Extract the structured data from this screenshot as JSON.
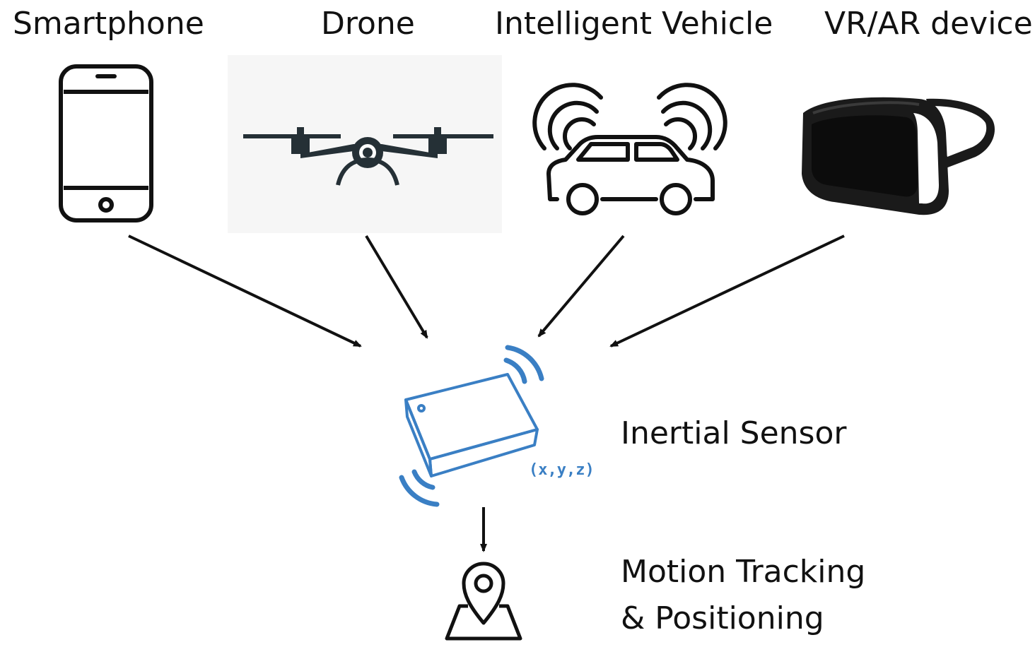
{
  "devices": [
    {
      "label": "Smartphone",
      "icon": "smartphone-icon"
    },
    {
      "label": "Drone",
      "icon": "drone-icon"
    },
    {
      "label": "Intelligent Vehicle",
      "icon": "car-icon"
    },
    {
      "label": "VR/AR device",
      "icon": "vr-headset-icon"
    }
  ],
  "sensor": {
    "label": "Inertial Sensor",
    "axes_text": "(x,y,z)",
    "icon": "imu-sensor-icon"
  },
  "output": {
    "line1": "Motion Tracking",
    "line2": "& Positioning",
    "icon": "map-pin-icon"
  },
  "colors": {
    "text": "#111111",
    "sensor_blue": "#3a7fc4",
    "icon_dark": "#1a1a1a",
    "drone_dark": "#253036"
  }
}
